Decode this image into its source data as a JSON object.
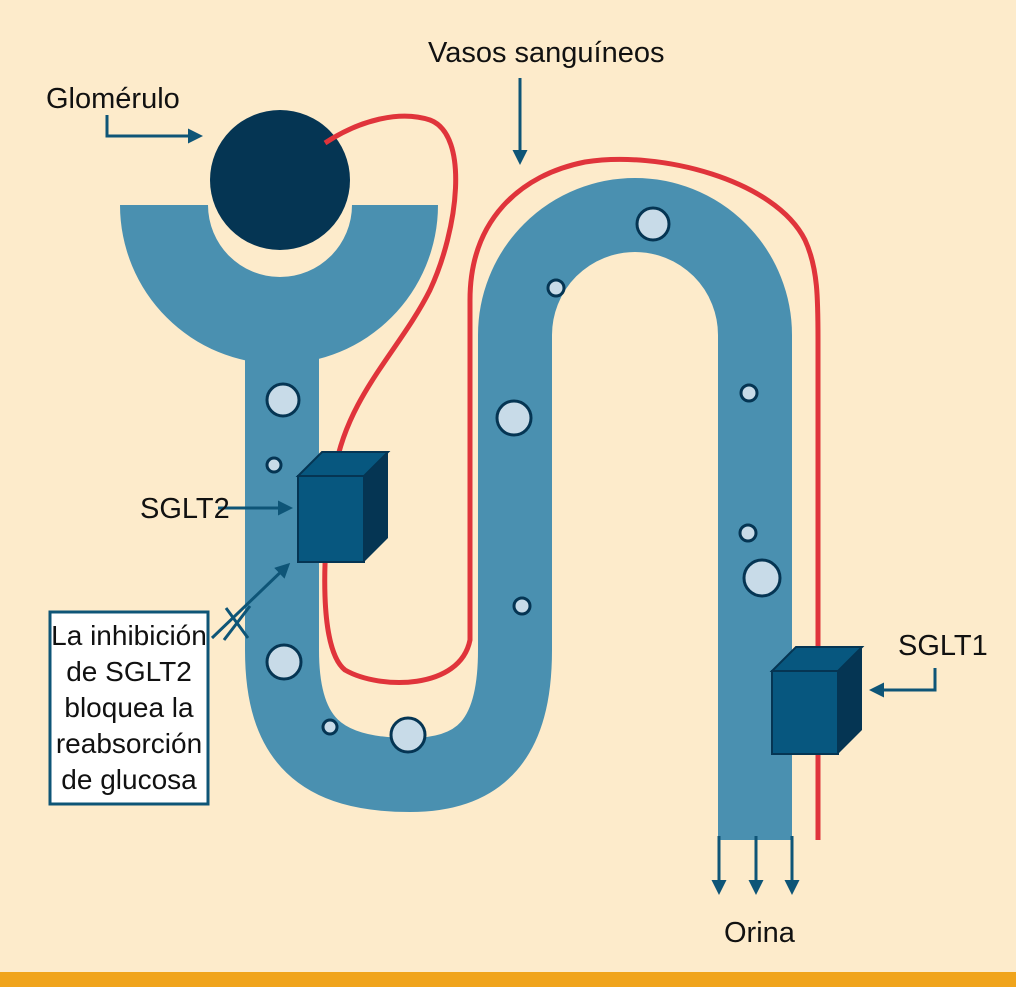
{
  "labels": {
    "glomerulus": "Glomérulo",
    "blood_vessels": "Vasos sanguíneos",
    "sglt2": "SGLT2",
    "sglt1": "SGLT1",
    "urine": "Orina"
  },
  "note": {
    "lines": [
      "La inhibición",
      "de SGLT2",
      "bloquea la",
      "reabsorción",
      "de glucosa"
    ]
  },
  "colors": {
    "background": "#fdebcb",
    "tubule": "#4a90b0",
    "glomerulus": "#053553",
    "vessel": "#e0343b",
    "transporter_front": "#07577f",
    "transporter_side": "#053553",
    "glucose": "#c8dbe8",
    "arrow": "#0e5577",
    "bottom_bar": "#f0a41c"
  }
}
